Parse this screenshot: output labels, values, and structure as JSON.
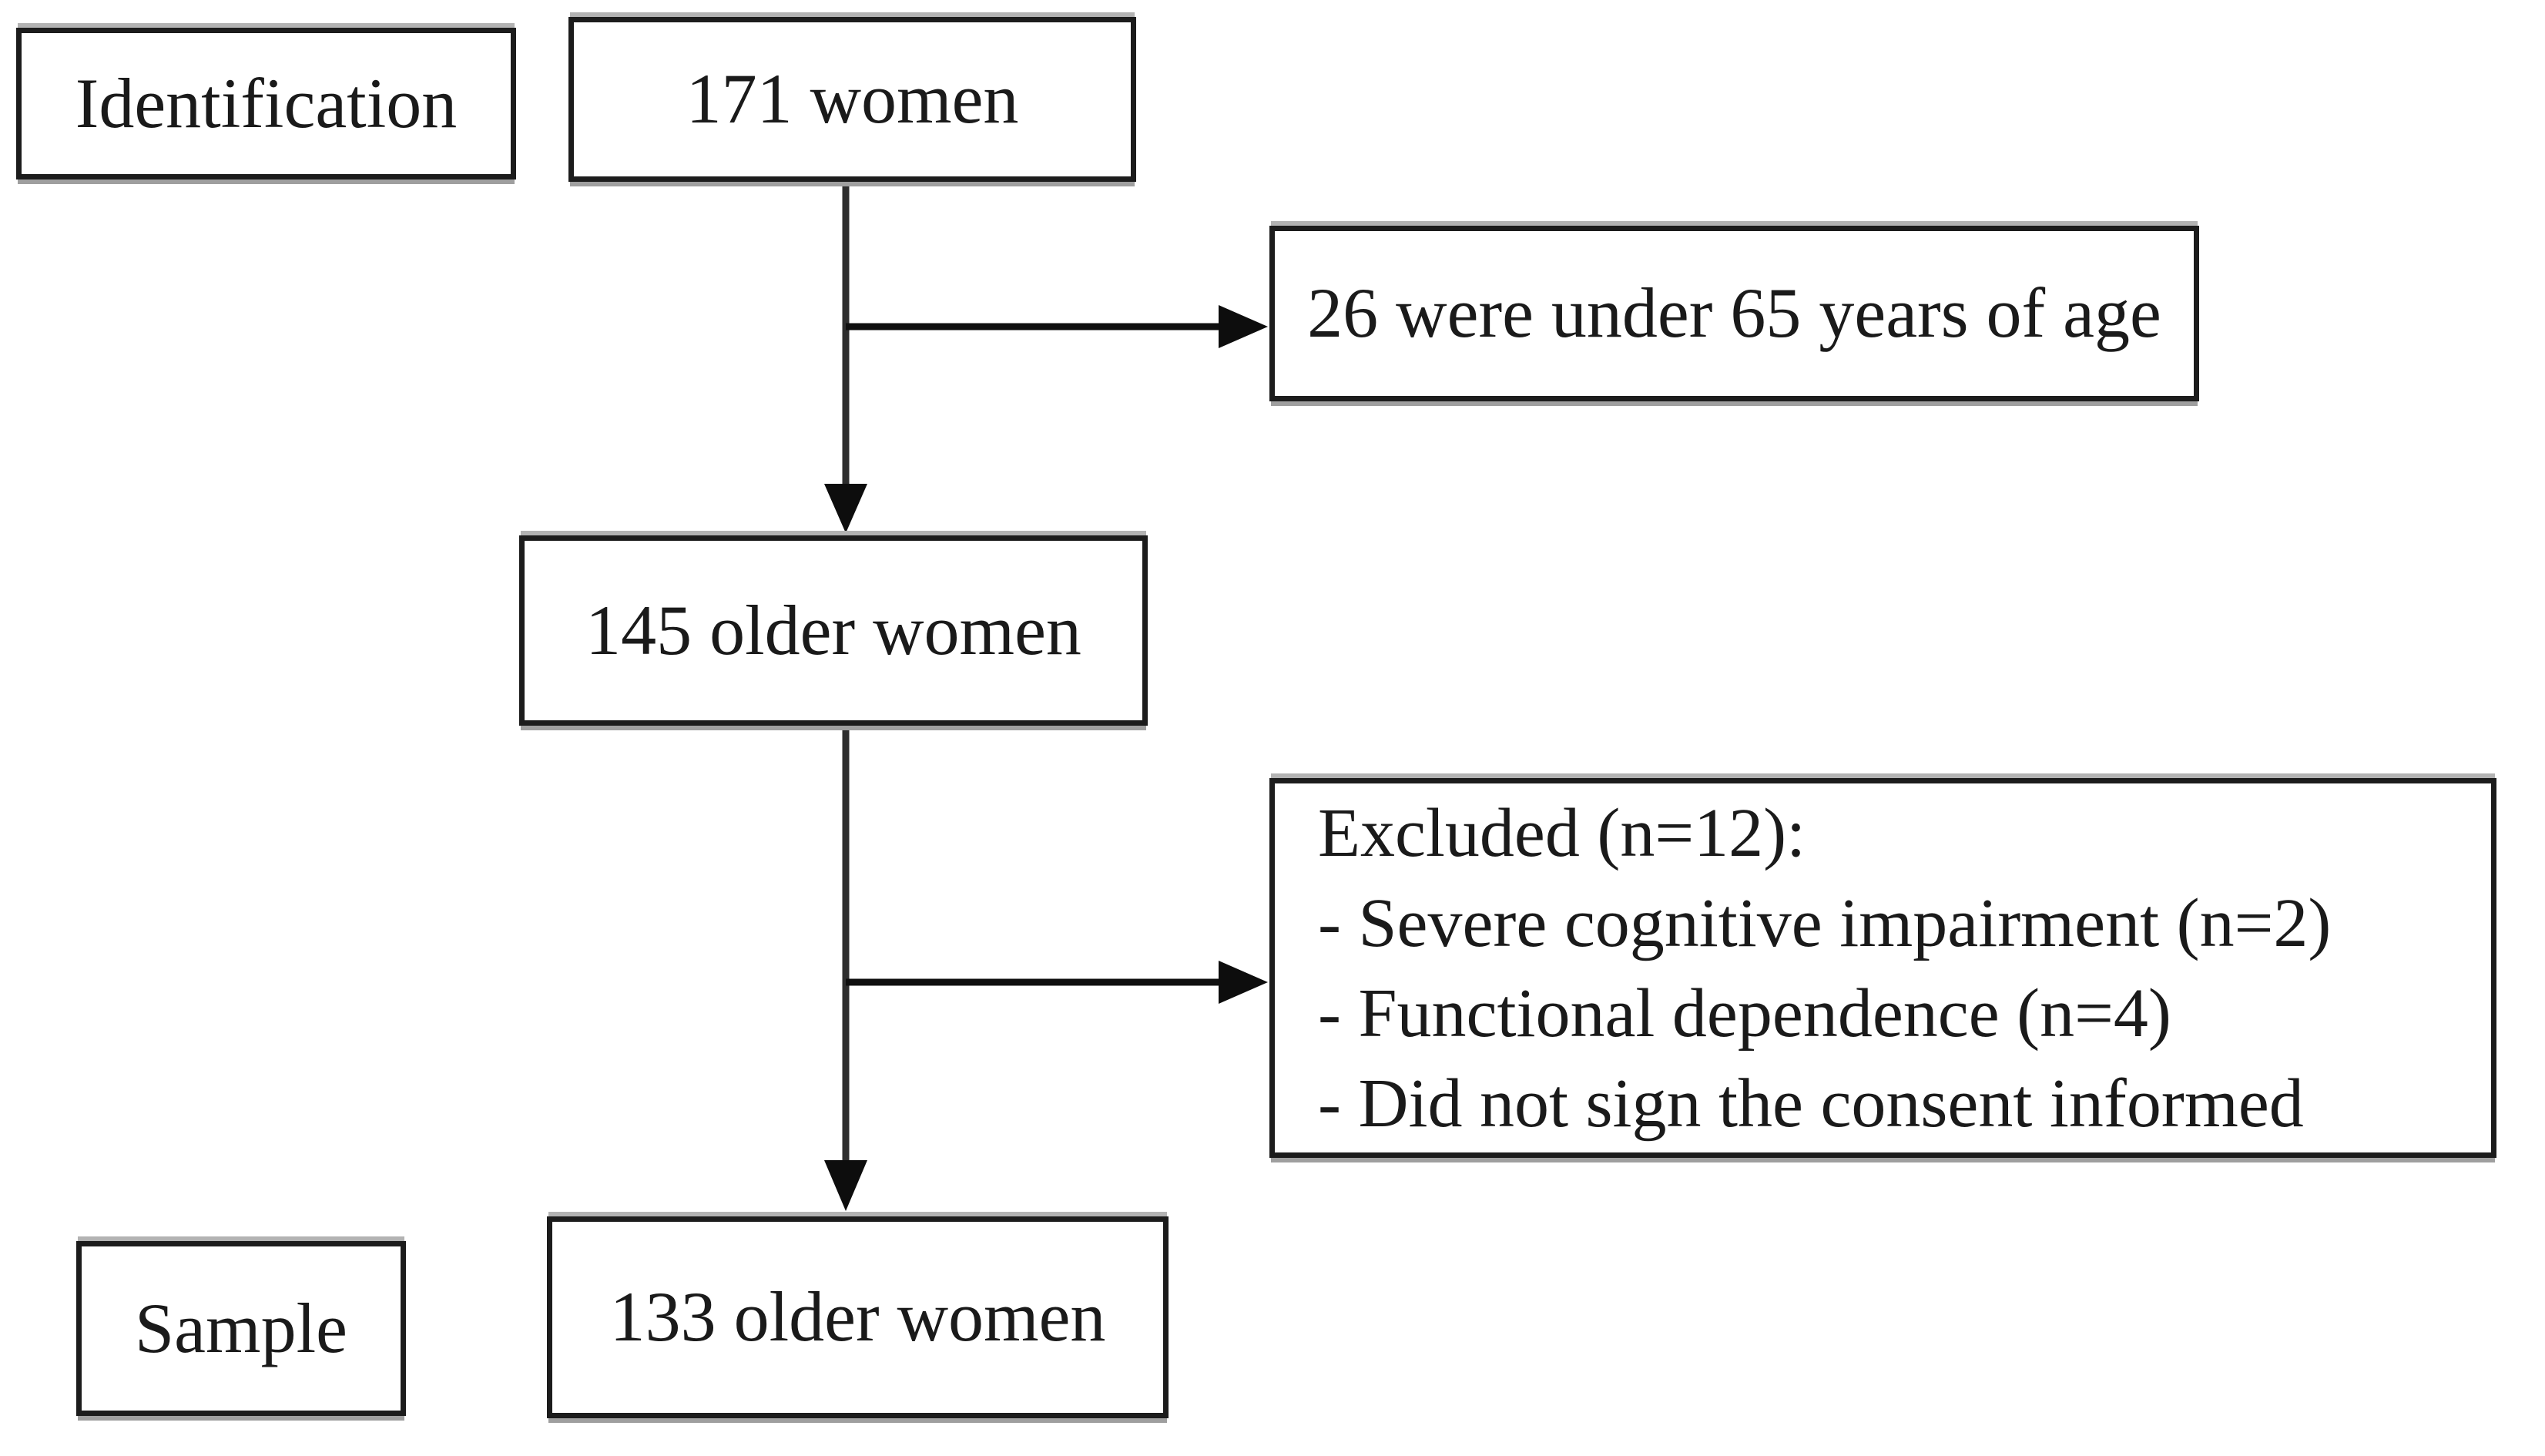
{
  "figure": {
    "type": "study-flow-diagram",
    "background_color": "#ffffff",
    "stages": {
      "identification_label": "Identification",
      "sample_label": "Sample"
    },
    "nodes": {
      "screened": {
        "label": "171 women"
      },
      "eligible": {
        "label": "145 older women"
      },
      "final_sample": {
        "label": "133 older women"
      }
    },
    "exclusions": {
      "age": {
        "label": "26 were under 65 years of age"
      },
      "other": {
        "title": "Excluded (n=12):",
        "items": [
          "- Severe cognitive impairment (n=2)",
          "- Functional dependence (n=4)",
          "- Did not sign the consent informed"
        ]
      }
    },
    "colors": {
      "box_border": "#1c1c1c",
      "box_shadow": "#9f9f9f",
      "connector": "#2e2e2e",
      "arrowhead": "#0d0d0d",
      "text": "#1a1a1a"
    }
  }
}
